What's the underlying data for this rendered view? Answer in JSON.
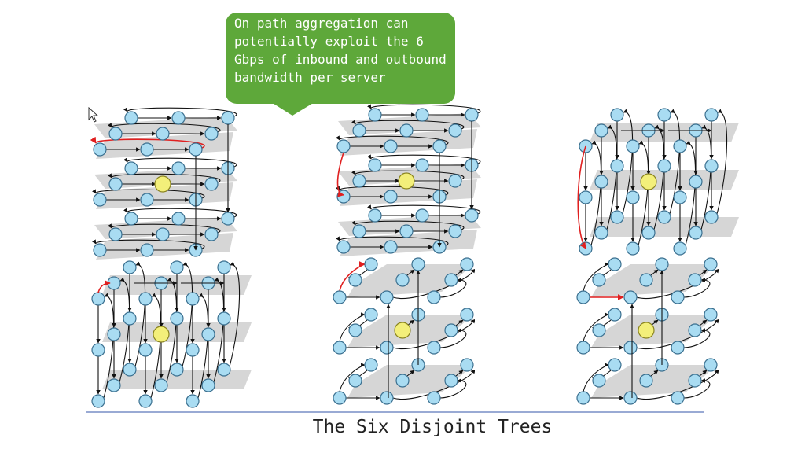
{
  "slide": {
    "callout_text": "On path aggregation can potentially exploit the 6 Gbps of inbound and outbound bandwidth per server",
    "footer_title": "The Six Disjoint Trees"
  },
  "colors": {
    "node_fill": "#a9dcf2",
    "node_stroke": "#3a6f8f",
    "root_fill": "#f3ef7a",
    "plane_fill": "#d6d6d6",
    "edge": "#111111",
    "highlight_edge": "#e02020",
    "callout_fill": "#5ea83a",
    "rule": "#3355aa"
  },
  "diagrams": [
    {
      "id": "tree-1",
      "orientation": "horizontal-planes",
      "highlight": "top-left loop"
    },
    {
      "id": "tree-2",
      "orientation": "horizontal-planes",
      "highlight": "left vertical"
    },
    {
      "id": "tree-3",
      "orientation": "vertical-columns",
      "highlight": "left vertical"
    },
    {
      "id": "tree-4",
      "orientation": "vertical-columns",
      "highlight": "top-left arrow"
    },
    {
      "id": "tree-5",
      "orientation": "diagonal-planes",
      "highlight": "top-left curve"
    },
    {
      "id": "tree-6",
      "orientation": "diagonal-planes",
      "highlight": "left horizontal"
    }
  ]
}
